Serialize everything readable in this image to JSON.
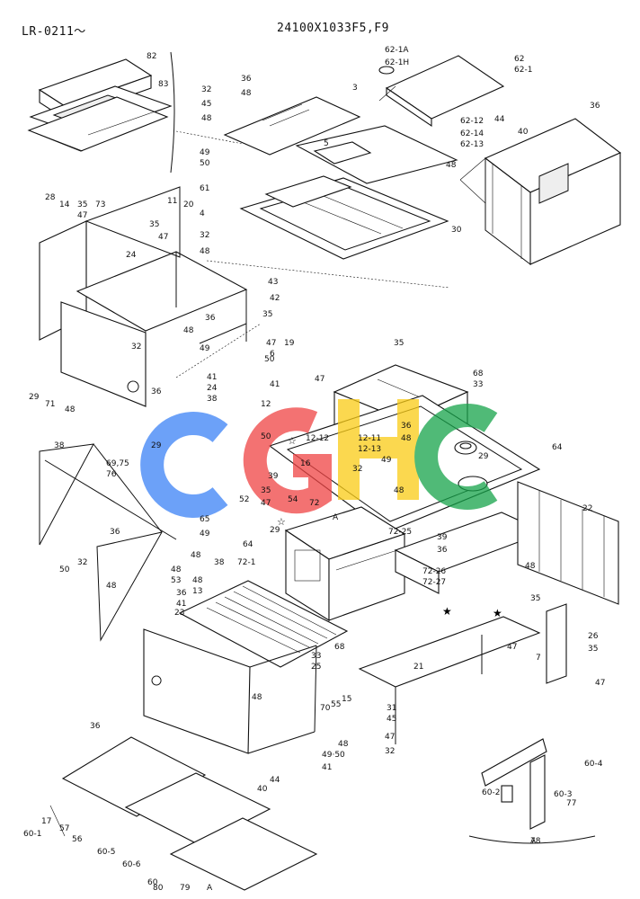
{
  "header": {
    "left_code": "LR-0211〜",
    "center_code": "24100X1033F5,F9"
  },
  "watermark": {
    "text": "CGHC",
    "colors": [
      "#3b82f6",
      "#ef4444",
      "#facc15",
      "#16a34a"
    ]
  },
  "section_label": "A",
  "callouts": [
    "82",
    "83",
    "3",
    "36",
    "48",
    "32",
    "45",
    "48",
    "49",
    "50",
    "5",
    "62-1A",
    "62-1H",
    "62",
    "62-1",
    "62-12",
    "62-14",
    "62-13",
    "44",
    "40",
    "36",
    "48",
    "61",
    "4",
    "30",
    "28",
    "14",
    "35",
    "47",
    "73",
    "11",
    "20",
    "35",
    "47",
    "32",
    "48",
    "43",
    "42",
    "24",
    "6",
    "41",
    "36",
    "48",
    "35",
    "47",
    "19",
    "49",
    "50",
    "32",
    "41",
    "24",
    "38",
    "36",
    "48",
    "29",
    "71",
    "35",
    "47",
    "12",
    "68",
    "33",
    "36",
    "48",
    "12-11",
    "12-13",
    "49",
    "50",
    "12-12",
    "16",
    "39",
    "48",
    "32",
    "29",
    "64",
    "54",
    "72",
    "A",
    "22",
    "38",
    "29",
    "69,75",
    "76",
    "52",
    "35",
    "47",
    "48",
    "36",
    "48",
    "53",
    "65",
    "49",
    "50",
    "32",
    "48",
    "29",
    "64",
    "38",
    "72-1",
    "72-25",
    "72-26",
    "72-27",
    "39",
    "36",
    "48",
    "36",
    "48",
    "13",
    "41",
    "35",
    "47",
    "7",
    "23",
    "68",
    "33",
    "25",
    "26",
    "35",
    "47",
    "36",
    "48",
    "21",
    "70",
    "55",
    "15",
    "31",
    "45",
    "47",
    "32",
    "48",
    "49·50",
    "41",
    "40",
    "44",
    "17",
    "57",
    "56",
    "60-1",
    "60-5",
    "60-6",
    "60",
    "60-4",
    "60-2",
    "60-3",
    "77",
    "78",
    "80",
    "79",
    "A"
  ]
}
